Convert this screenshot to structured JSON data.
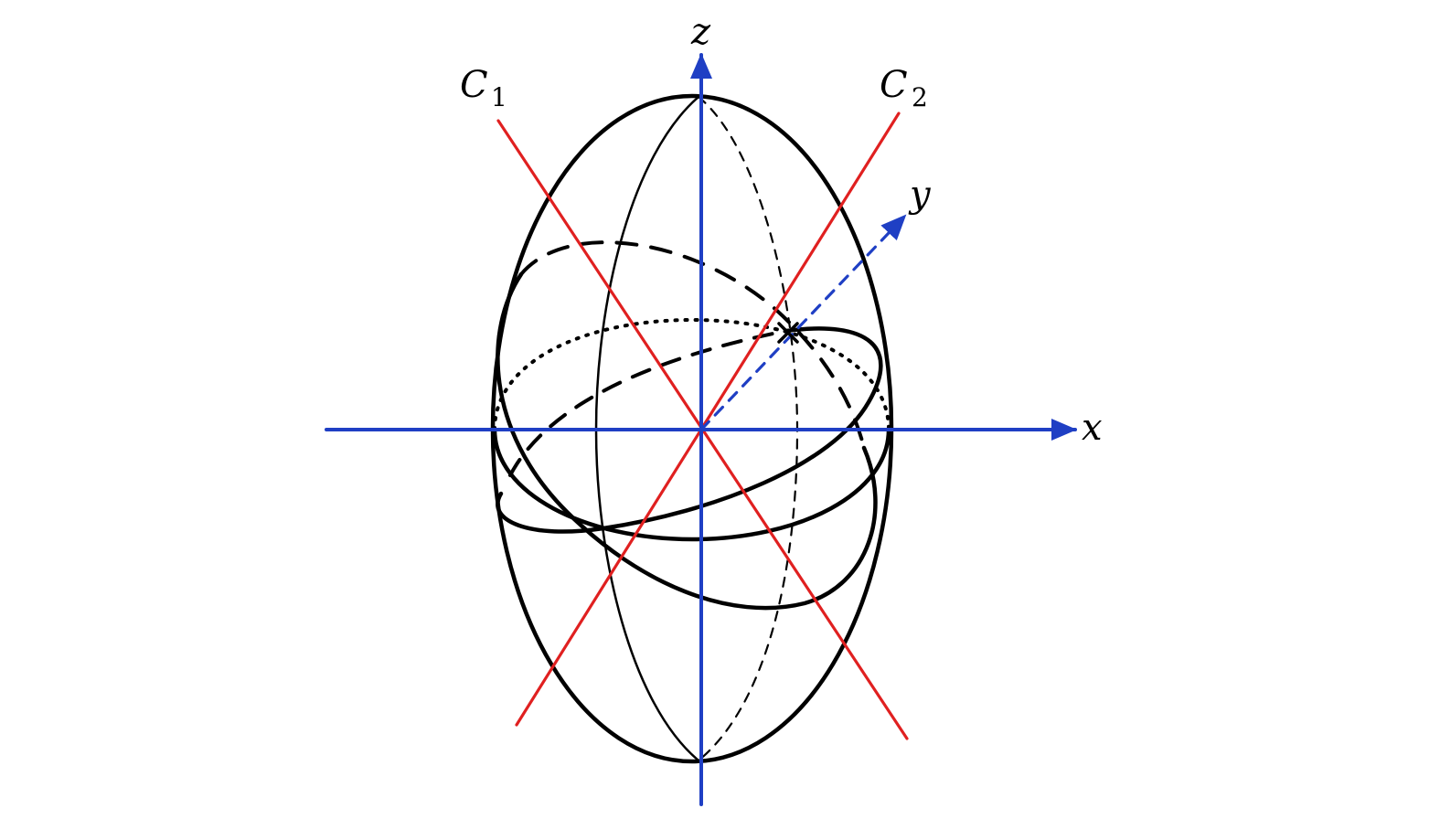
{
  "labels": {
    "z_axis": "z",
    "x_axis": "x",
    "y_axis": "y",
    "line1_main": "C",
    "line1_sub": "1",
    "line2_main": "C",
    "line2_sub": "2"
  },
  "colors": {
    "axis": "#1f3fc4",
    "lines": "#e02020",
    "shape": "#000000"
  }
}
